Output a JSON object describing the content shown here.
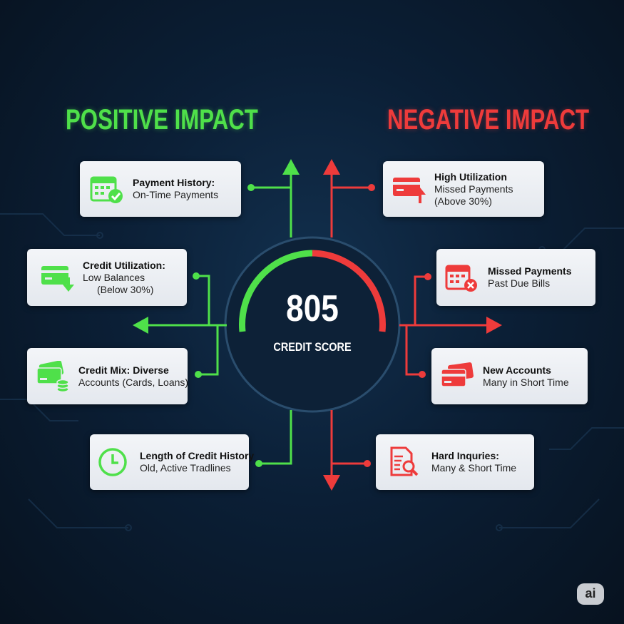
{
  "score": {
    "value": "805",
    "label": "CREDIT SCORE"
  },
  "positive": {
    "title": "POSITIVE IMPACT",
    "color": "#4fe04a",
    "items": [
      {
        "title": "Payment History:",
        "detail": "On-Time Payments",
        "icon": "calendar-check-icon"
      },
      {
        "title": "Credit Utilization:",
        "detail": "Low Balances",
        "detail2": "(Below 30%)",
        "icon": "credit-card-down-icon"
      },
      {
        "title": "Credit Mix: Diverse",
        "detail": "Accounts (Cards, Loans)",
        "icon": "cards-coins-icon"
      },
      {
        "title": "Length of Credit History",
        "detail": "Old, Active Tradlines",
        "icon": "clock-icon"
      }
    ]
  },
  "negative": {
    "title": "NEGATIVE IMPACT",
    "color": "#ee3b3b",
    "items": [
      {
        "title": "High Utilization",
        "detail": "Missed Payments",
        "detail2": "(Above 30%)",
        "icon": "credit-card-up-icon"
      },
      {
        "title": "Missed Payments",
        "detail": "Past Due Bills",
        "icon": "calendar-x-icon"
      },
      {
        "title": "New Accounts",
        "detail": "Many in Short Time",
        "icon": "credit-cards-icon"
      },
      {
        "title": "Hard Inquries:",
        "detail": "Many & Short Time",
        "icon": "document-search-icon"
      }
    ]
  },
  "badge": "ai"
}
